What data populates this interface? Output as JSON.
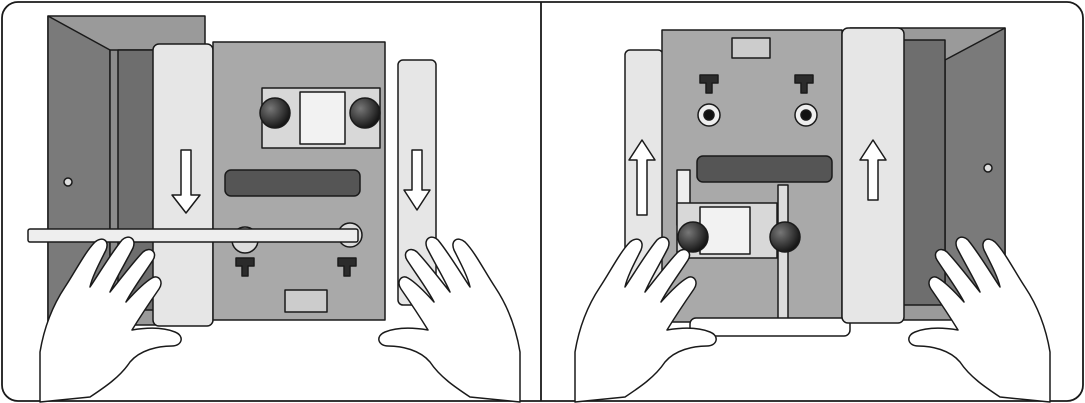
{
  "figure": {
    "panels": [
      {
        "id": "left",
        "description_label": "wheels-rotate-down",
        "arrow_direction": "down"
      },
      {
        "id": "right",
        "description_label": "wheels-rotate-up",
        "arrow_direction": "up"
      }
    ]
  },
  "colors": {
    "outline": "#1a1a1a",
    "body": "#a9a9a9",
    "body_dark": "#8a8a8a",
    "housing": "#7a7a7a",
    "housing_light": "#9a9a9a",
    "wheel": "#e6e6e6",
    "hand": "#ffffff",
    "knob": "#2b2b2b"
  },
  "icons": [
    "arrow-down-icon",
    "arrow-up-icon",
    "knob-icon",
    "switch-icon"
  ]
}
